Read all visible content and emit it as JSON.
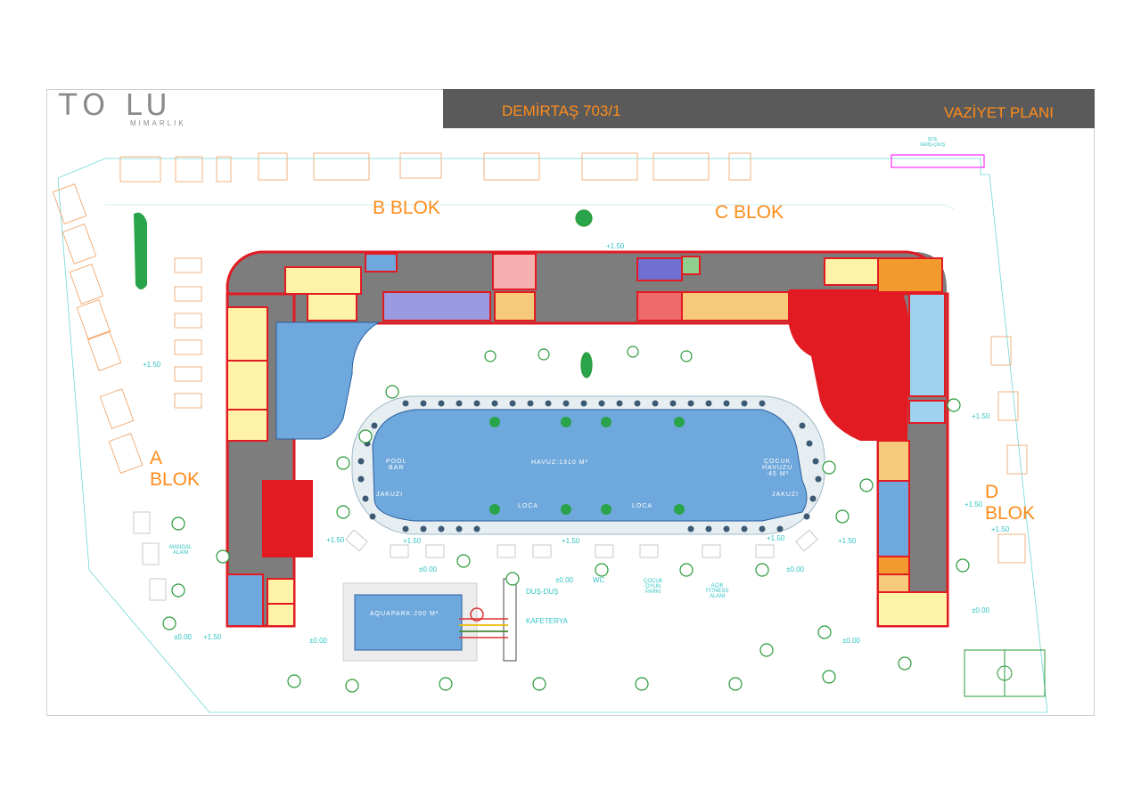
{
  "header": {
    "logo_main": "TO  LU",
    "logo_sub": "MIMARLIK",
    "project": "DEMİRTAŞ 703/1",
    "plan_title": "VAZİYET PLANI"
  },
  "blocks": {
    "a": "A\nBLOK",
    "b": "B BLOK",
    "c": "C BLOK",
    "d": "D\nBLOK"
  },
  "pool_labels": {
    "main_pool": "HAVUZ:1310 M²",
    "pool_bar": "POOL\nBAR",
    "child_pool": "ÇOCUK\nHAVUZU\n:45 M²",
    "jakuzi_left": "JAKUZI",
    "jakuzi_right": "JAKUZI",
    "loca_left": "LOCA",
    "loca_right": "LOCA",
    "aquapark": "AQUAPARK:200 M²"
  },
  "site_labels": {
    "dus": "DUŞ-DUŞ",
    "wc": "WC",
    "kafeterya": "KAFETERYA",
    "cocuk_oyun": "ÇOCUK\nOYUN\nPARKI",
    "acik_fitness": "AÇIK\nFITNESS\nALANI",
    "mangal": "MANGAL\nALANI",
    "site_giris": "SİTE\nGİRİŞ-ÇIKIŞ"
  },
  "levels": {
    "l1": "+1.50",
    "l2": "+1.50",
    "l3": "+1.50",
    "l4": "+1.50",
    "l5": "+1.50",
    "l6": "+1.50",
    "l7": "+1.50",
    "l8": "±0.00",
    "l9": "±0.00",
    "l10": "±0.00",
    "l11": "±0.00",
    "l12": "±0.00",
    "l13": "±0.00",
    "l14": "±0.00",
    "l15": "+1.50",
    "l16": "+1.50",
    "l17": "+1.50",
    "l18": "+1.50"
  },
  "colors": {
    "accent_orange": "#ff8c1a",
    "title_bar": "#5a5a5a",
    "wall_red": "#e21b23",
    "corridor_gray": "#7d7d7d",
    "room_yellow": "#fff3a8",
    "pool_blue": "#6fa8dc",
    "tree_green": "#1f9a3a",
    "site_cyan": "#32c3c3"
  }
}
